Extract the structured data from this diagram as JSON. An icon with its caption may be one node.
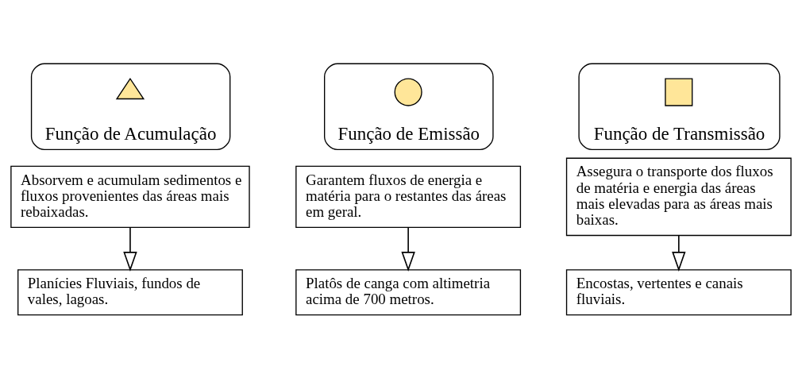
{
  "diagram": {
    "nodes": [
      {
        "text": [
          "Função de Acumulação"
        ]
      },
      {
        "text": [],
        "shape": "triangle",
        "in": 0
      },
      {
        "text": [
          "Função de Emissão"
        ]
      },
      {
        "text": [],
        "shape": "circle",
        "in": 2
      },
      {
        "text": [
          "Função de Transmissão"
        ]
      },
      {
        "text": [],
        "shape": "box",
        "in": 4
      },
      {
        "text": [
          "Absorvem e acumulam sedimentos e fluxos provenientes das áreas mais rebaixadas."
        ]
      },
      {
        "text": [
          "Garantem fluxos de energia e matéria para o restantes das áreas em geral."
        ]
      },
      {
        "text": [
          "Assegura o transporte dos fluxos de matéria e energia das áreas mais elevadas para as áreas mais baixas."
        ]
      },
      {
        "text": [
          "Planícies Fluviais, fundos de vales, lagoas."
        ]
      },
      {
        "text": [
          "Platôs de canga com altimetria acima de 700 metros."
        ]
      },
      {
        "text": [
          "Encostas, vertentes e canais fluviais."
        ]
      }
    ],
    "edges": [
      {
        "from": 6,
        "to": 9,
        "arrow": "to"
      },
      {
        "from": 7,
        "to": 10,
        "arrow": "to"
      },
      {
        "from": 8,
        "to": 11,
        "arrow": "to"
      }
    ]
  }
}
